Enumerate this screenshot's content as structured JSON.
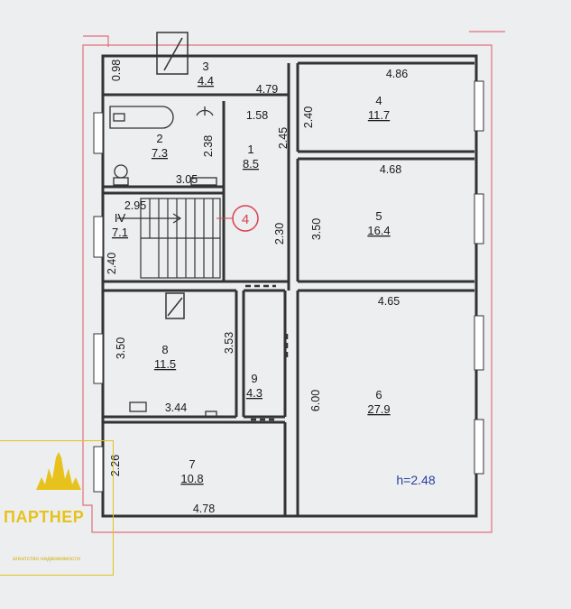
{
  "plan": {
    "ceiling_height": "h=2.48",
    "room_marker": "4",
    "rooms": [
      {
        "id": "1",
        "area": "8.5"
      },
      {
        "id": "2",
        "area": "7.3"
      },
      {
        "id": "3",
        "area": "4.4"
      },
      {
        "id": "4",
        "area": "11.7"
      },
      {
        "id": "5",
        "area": "16.4"
      },
      {
        "id": "6",
        "area": "27.9"
      },
      {
        "id": "7",
        "area": "10.8"
      },
      {
        "id": "8",
        "area": "11.5"
      },
      {
        "id": "9",
        "area": "4.3"
      },
      {
        "id": "IV",
        "area": "7.1"
      }
    ],
    "dimensions": [
      "0.98",
      "4.79",
      "1.58",
      "2.38",
      "2.45",
      "2.40",
      "3.05",
      "2.95",
      "2.30",
      "3.50",
      "2.40",
      "4.86",
      "4.68",
      "4.65",
      "3.53",
      "3.50",
      "3.44",
      "6.00",
      "2.26",
      "4.78"
    ]
  },
  "logo": {
    "name": "ПАРТНЕР",
    "tagline": "агентство недвижимости",
    "color": "#e8c21c"
  },
  "colors": {
    "wall": "#333333",
    "outline": "#e36f7b",
    "marker": "#d9404f",
    "note": "#2a3f9e"
  }
}
